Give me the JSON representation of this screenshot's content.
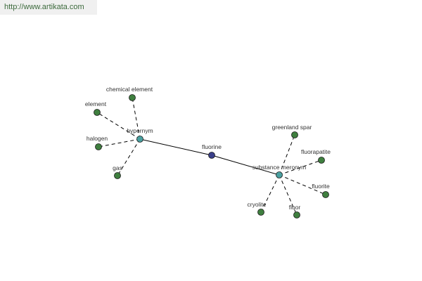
{
  "site_link": "http://www.artikata.com",
  "colors": {
    "center_node": "#3a3f8a",
    "hub_node": "#4aa0a0",
    "leaf_node": "#3f7f3f",
    "edge": "#000000"
  },
  "graph": {
    "center": {
      "id": "fluorine",
      "label": "fluorine"
    },
    "hubs": [
      {
        "id": "hypernym",
        "label": "hypernym"
      },
      {
        "id": "substance-meronym",
        "label": "substance meronym"
      }
    ],
    "leaves": [
      {
        "id": "chemical-element",
        "label": "chemical element",
        "hub": "hypernym"
      },
      {
        "id": "element",
        "label": "element",
        "hub": "hypernym"
      },
      {
        "id": "halogen",
        "label": "halogen",
        "hub": "hypernym"
      },
      {
        "id": "gas",
        "label": "gas",
        "hub": "hypernym"
      },
      {
        "id": "greenland-spar",
        "label": "greenland spar",
        "hub": "substance-meronym"
      },
      {
        "id": "fluorapatite",
        "label": "fluorapatite",
        "hub": "substance-meronym"
      },
      {
        "id": "fluorite",
        "label": "fluorite",
        "hub": "substance-meronym"
      },
      {
        "id": "fluor",
        "label": "fluor",
        "hub": "substance-meronym"
      },
      {
        "id": "cryolite",
        "label": "cryolite",
        "hub": "substance-meronym"
      }
    ]
  }
}
